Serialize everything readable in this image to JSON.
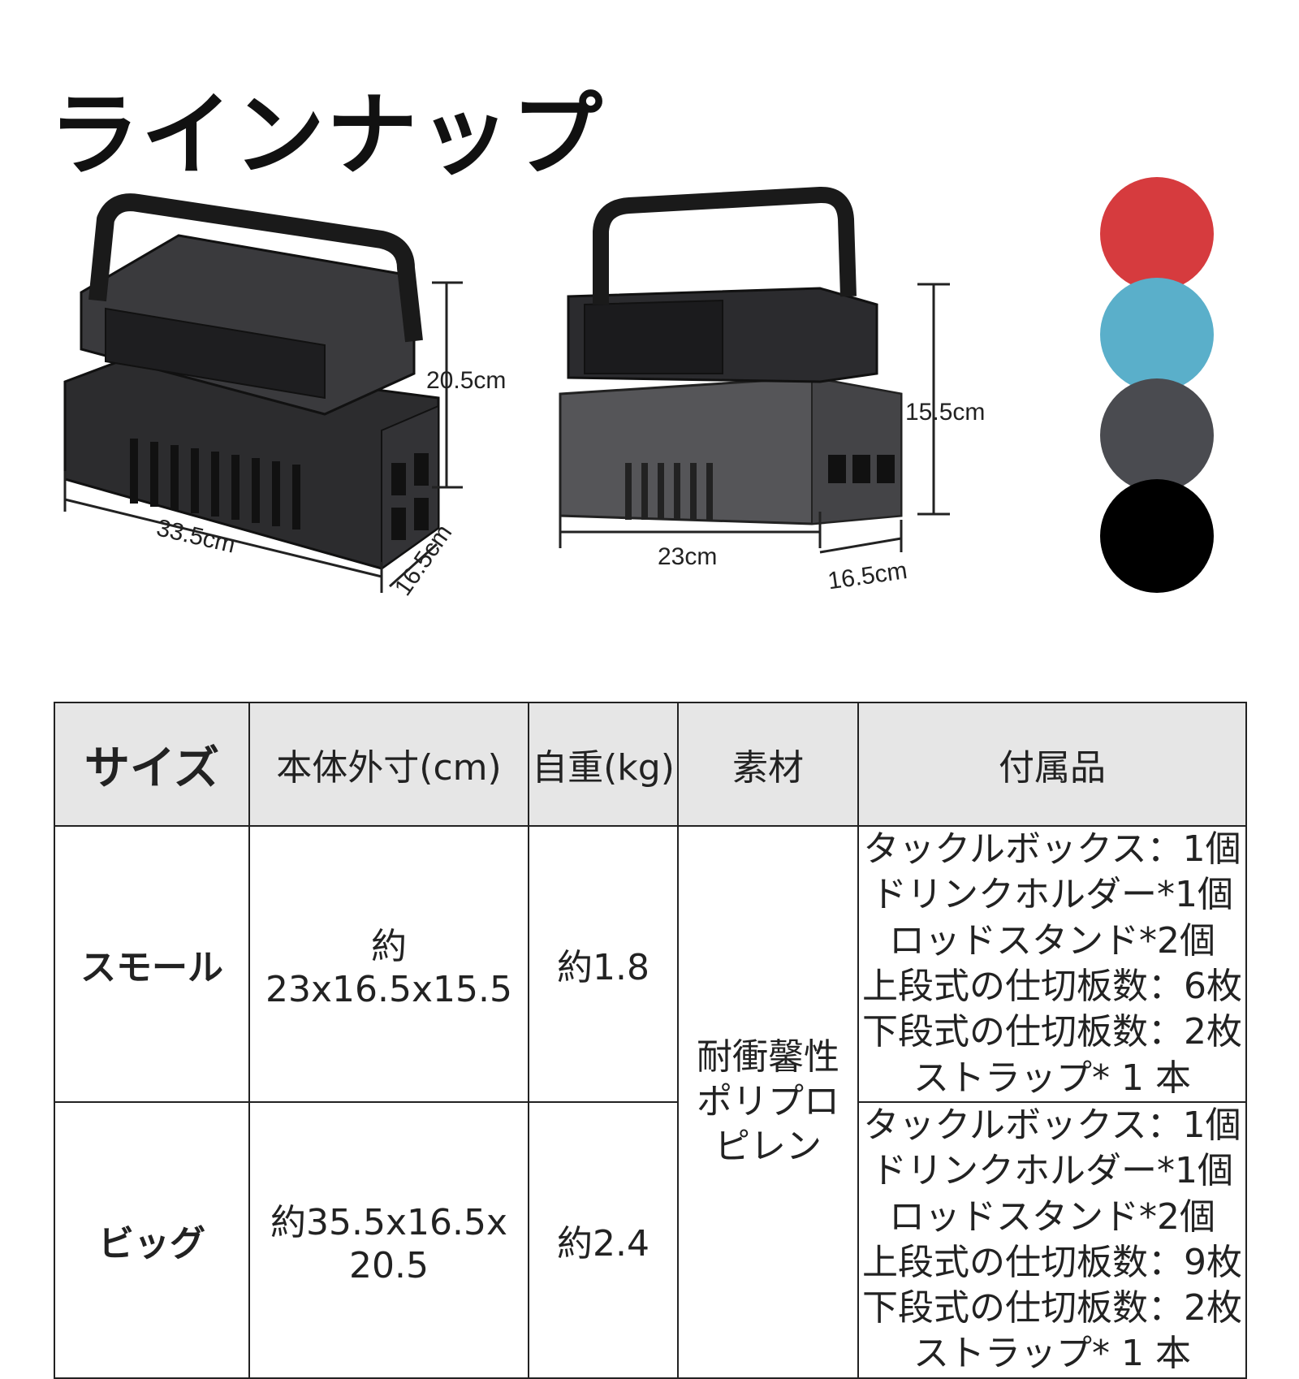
{
  "title": "ラインナップ",
  "big_box": {
    "height": "20.5cm",
    "width": "33.5cm",
    "depth": "16.5cm"
  },
  "small_box": {
    "height": "15.5cm",
    "width": "23cm",
    "depth": "16.5cm"
  },
  "swatches": [
    "#d63b3e",
    "#5aafca",
    "#4a4b50",
    "#000000"
  ],
  "table": {
    "headers": [
      "サイズ",
      "本体外寸(cm)",
      "自重(kg)",
      "素材",
      "付属品"
    ],
    "material": [
      "耐衝馨性",
      "ポリプロ",
      "ピレン"
    ],
    "rows": [
      {
        "size": "スモール",
        "dims": [
          "約23x16.5x15.5"
        ],
        "weight": "約1.8",
        "accessories": [
          "タックルボックス：1個",
          "ドリンクホルダー*1個",
          "ロッドスタンド*2個",
          "上段式の仕切板数：6枚",
          "下段式の仕切板数：2枚",
          "ストラップ* 1 本"
        ]
      },
      {
        "size": "ビッグ",
        "dims": [
          "約35.5x16.5x",
          "20.5"
        ],
        "weight": "約2.4",
        "accessories": [
          "タックルボックス：1個",
          "ドリンクホルダー*1個",
          "ロッドスタンド*2個",
          "上段式の仕切板数：9枚",
          "下段式の仕切板数：2枚",
          "ストラップ* 1 本"
        ]
      }
    ]
  }
}
